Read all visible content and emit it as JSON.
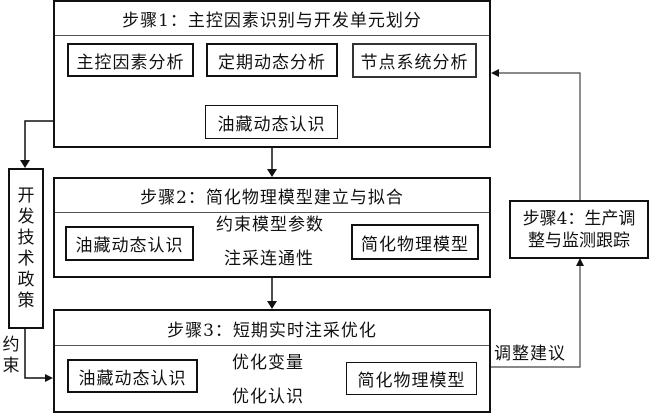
{
  "step1": {
    "title": "步骤1：主控因素识别与开发单元划分",
    "analyses": [
      "主控因素分析",
      "定期动态分析",
      "节点系统分析"
    ],
    "result": "油藏动态认识"
  },
  "step2": {
    "title": "步骤2：简化物理模型建立与拟合",
    "left_box": "油藏动态认识",
    "right_box": "简化物理模型",
    "arrow_right_label": "约束模型参数",
    "arrow_left_label": "注采连通性"
  },
  "step3": {
    "title": "步骤3：短期实时注采优化",
    "left_box": "油藏动态认识",
    "right_box": "简化物理模型",
    "arrow_right_label": "优化变量",
    "arrow_left_label": "优化认识"
  },
  "step4": {
    "line1": "步骤4：生产调",
    "line2": "整与监测跟踪"
  },
  "side_box": {
    "chars": [
      "开",
      "发",
      "技",
      "术",
      "政",
      "策"
    ]
  },
  "constraint_label": {
    "chars": [
      "约",
      "束"
    ]
  },
  "adjust_label": "调整建议"
}
